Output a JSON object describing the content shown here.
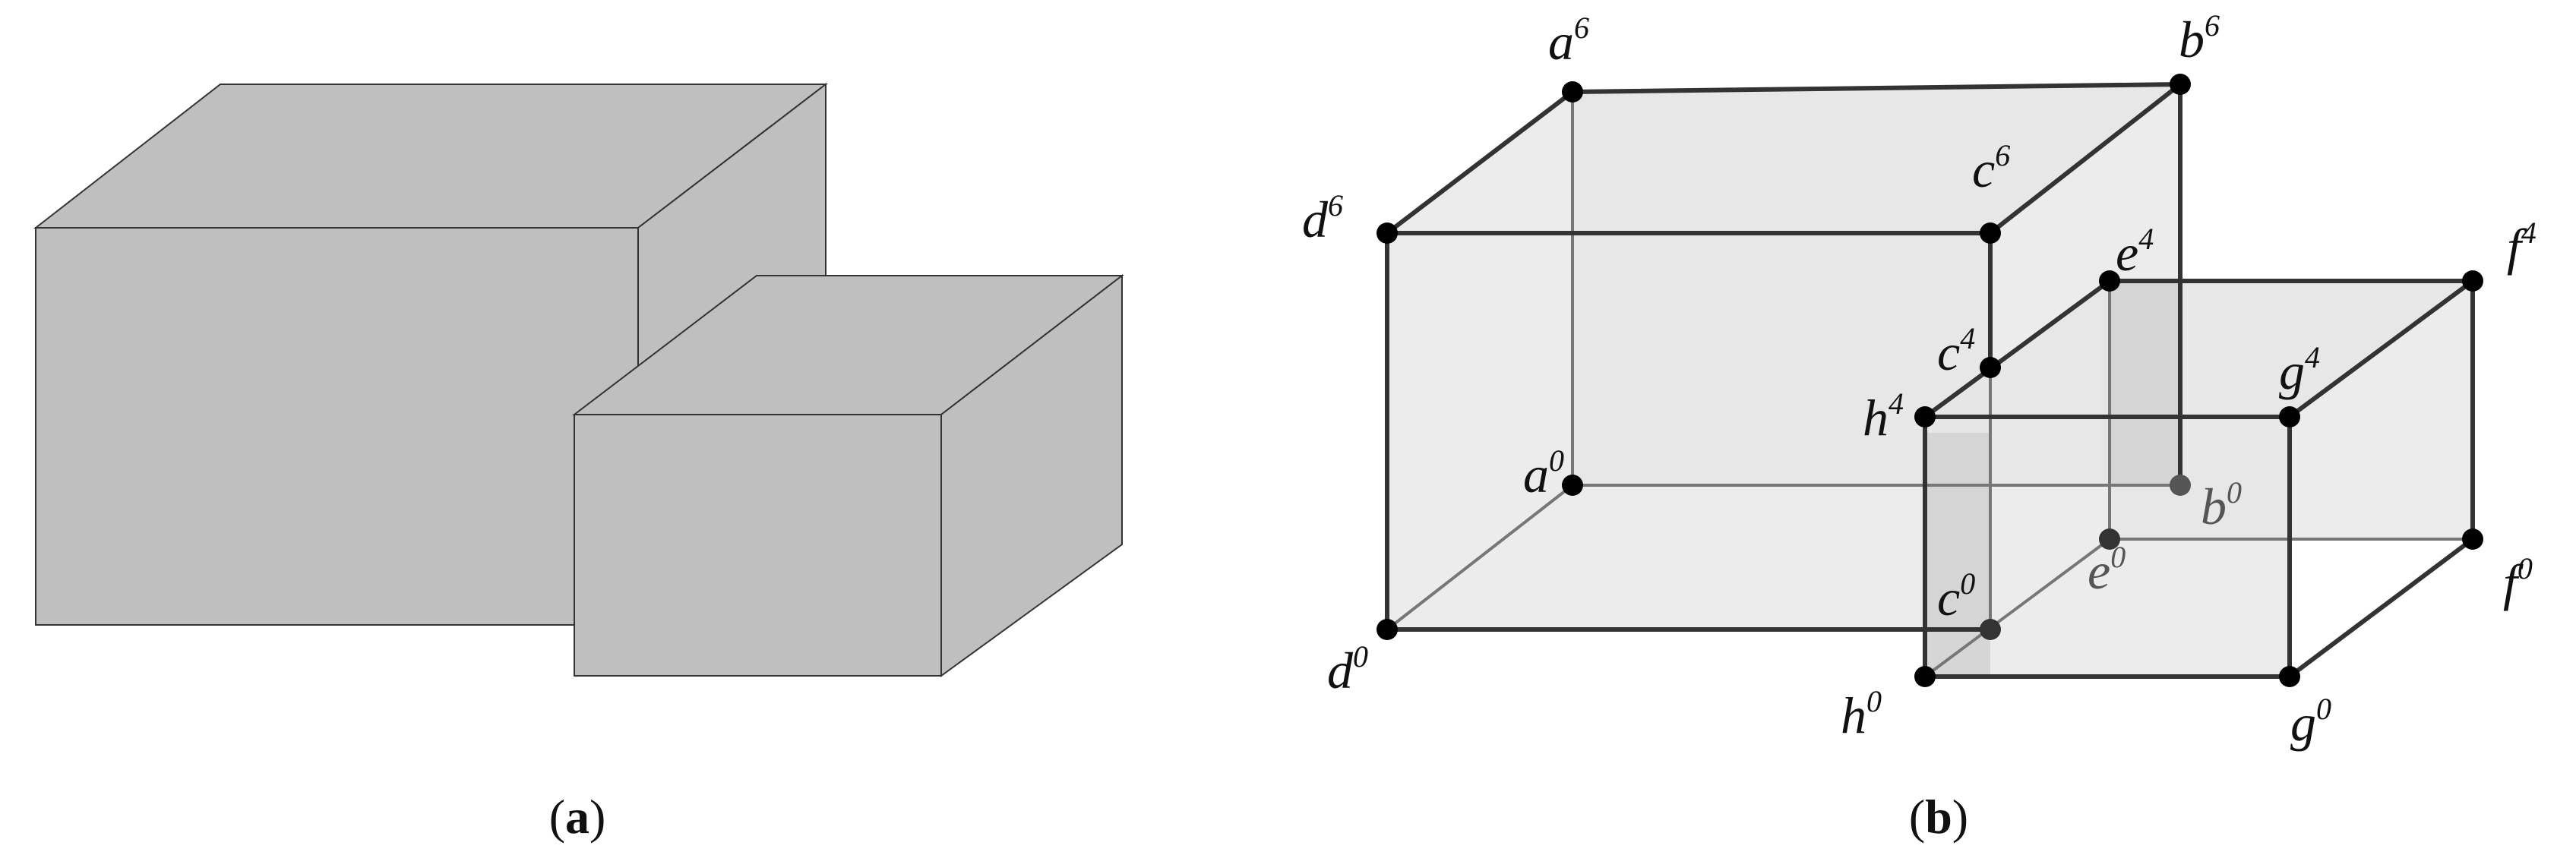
{
  "colors": {
    "solid_face": "#bfbfbf",
    "solid_edge": "#333333",
    "wire_face": "#e6e6e6",
    "wire_edge": "#333333",
    "hidden_edge": "#777777",
    "vertex": "#000000"
  },
  "panel_a": {
    "caption_open": "(",
    "caption_letter": "a",
    "caption_close": ")"
  },
  "panel_b": {
    "caption_open": "(",
    "caption_letter": "b",
    "caption_close": ")",
    "labels": {
      "a6": {
        "base": "a",
        "sup": "6"
      },
      "b6": {
        "base": "b",
        "sup": "6"
      },
      "c6": {
        "base": "c",
        "sup": "6"
      },
      "d6": {
        "base": "d",
        "sup": "6"
      },
      "a0": {
        "base": "a",
        "sup": "0"
      },
      "b0": {
        "base": "b",
        "sup": "0"
      },
      "c0": {
        "base": "c",
        "sup": "0"
      },
      "d0": {
        "base": "d",
        "sup": "0"
      },
      "c4": {
        "base": "c",
        "sup": "4"
      },
      "e4": {
        "base": "e",
        "sup": "4"
      },
      "f4": {
        "base": "f",
        "sup": "4"
      },
      "g4": {
        "base": "g",
        "sup": "4"
      },
      "h4": {
        "base": "h",
        "sup": "4"
      },
      "e0": {
        "base": "e",
        "sup": "0"
      },
      "f0": {
        "base": "f",
        "sup": "0"
      },
      "g0": {
        "base": "g",
        "sup": "0"
      },
      "h0": {
        "base": "h",
        "sup": "0"
      }
    }
  }
}
